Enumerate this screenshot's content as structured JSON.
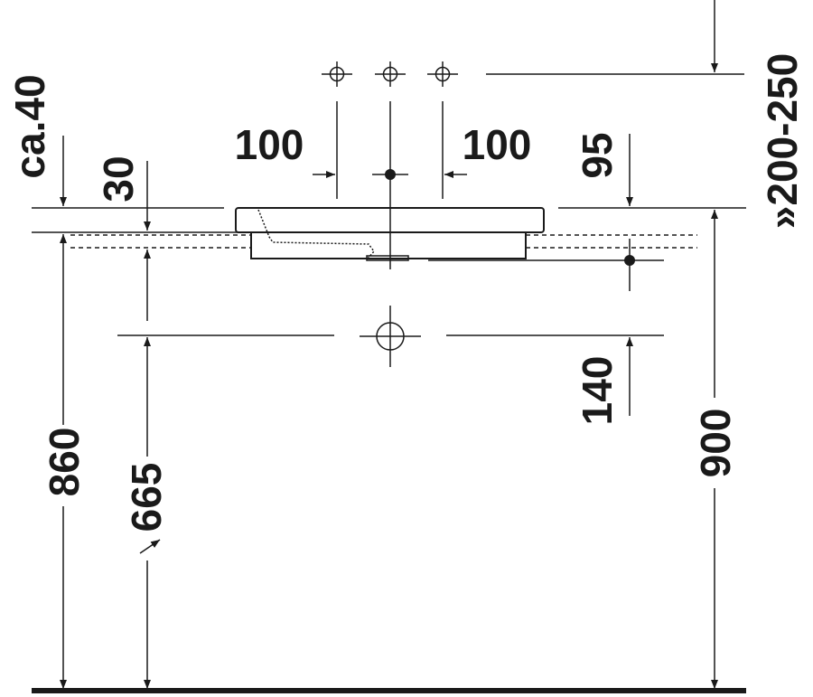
{
  "dimensions": {
    "ca40": "ca.40",
    "d30": "30",
    "d100_left": "100",
    "d100_right": "100",
    "d95": "95",
    "d200_250": "»200-250",
    "d140": "140",
    "d860": "860",
    "d665": "665",
    "d900": "900"
  },
  "colors": {
    "ink": "#1a1a1a",
    "background": "#ffffff"
  }
}
